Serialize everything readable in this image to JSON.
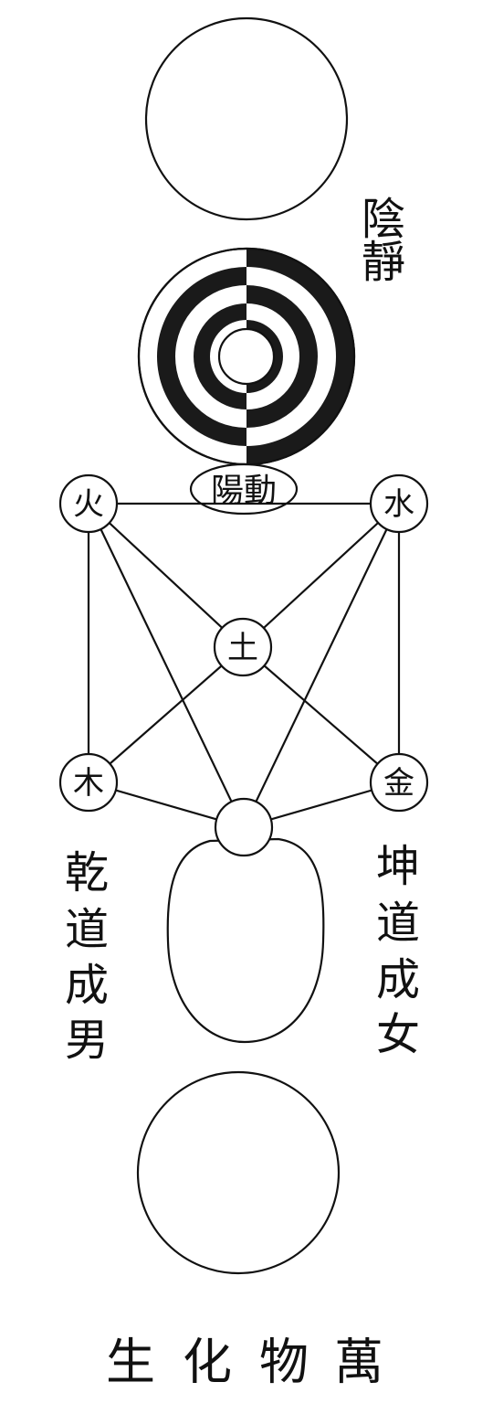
{
  "labels": {
    "yin_stillness": [
      "陰",
      "靜"
    ],
    "yang_motion": "陽動",
    "elements": {
      "fire": "火",
      "water": "水",
      "earth": "土",
      "wood": "木",
      "metal": "金"
    },
    "qian_path": [
      "乾",
      "道",
      "成",
      "男"
    ],
    "kun_path": [
      "坤",
      "道",
      "成",
      "女"
    ],
    "bottom": [
      "生",
      "化",
      "物",
      "萬"
    ]
  }
}
